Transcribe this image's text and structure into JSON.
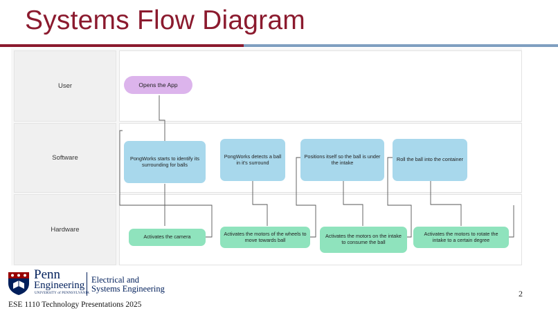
{
  "slide": {
    "title": "Systems Flow Diagram",
    "page_number": "2",
    "footer": "ESE 1110 Technology Presentations 2025"
  },
  "logo": {
    "name_line1": "Penn",
    "name_line2": "Engineering",
    "university": "UNIVERSITY of PENNSYLVANIA",
    "dept_line1": "Electrical and",
    "dept_line2": "Systems Engineering"
  },
  "colors": {
    "title": "#8b1a2e",
    "rule_left": "#8b1a2e",
    "rule_right": "#7f9fc0",
    "user_node": "#dcb4ec",
    "software_node": "#a8d8ec",
    "hardware_node": "#8fe3bd",
    "penn_blue": "#011f5b"
  },
  "lanes": [
    {
      "label": "User"
    },
    {
      "label": "Software"
    },
    {
      "label": "Hardware"
    }
  ],
  "nodes": {
    "user": [
      {
        "id": "open-app",
        "text": "Opens the App"
      }
    ],
    "software": [
      {
        "id": "identify",
        "text": "PongWorks starts to identify its surrounding for balls"
      },
      {
        "id": "detect",
        "text": "PongWorks detects a ball in it's surround"
      },
      {
        "id": "position",
        "text": "Positions itself so the ball is under the intake"
      },
      {
        "id": "roll",
        "text": "Roll the ball into the container"
      }
    ],
    "hardware": [
      {
        "id": "camera",
        "text": "Activates the camera"
      },
      {
        "id": "wheels",
        "text": "Activates the motors of the wheels to move towards ball"
      },
      {
        "id": "intake",
        "text": "Activates the motors on the intake to consume the ball"
      },
      {
        "id": "rotate",
        "text": "Activates the motors to rotate the intake to a certain degree"
      }
    ]
  }
}
